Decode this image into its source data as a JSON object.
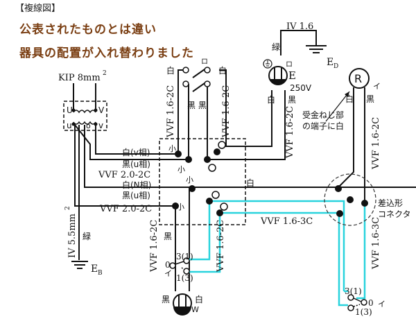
{
  "header": "【複線図】",
  "notes": [
    "公表されたものとは違い",
    "器具の配置が入れ替わりました"
  ],
  "colors": {
    "note": "#7a3e12",
    "wire": "#111111",
    "traveler": "#29d3dd"
  },
  "labels": {
    "source_cable": "KIP 8mm",
    "source_sup": "2",
    "trans_U": "U",
    "trans_V": "V",
    "trans_u": "u",
    "trans_o": "o",
    "trans_v": "v",
    "ground_b_cable": "IV 5.5mm",
    "ground_b_sup": "2",
    "ground_b_color": "緑",
    "ground_b_name": "E",
    "ground_b_sub": "B",
    "ground_d_cable": "IV 1.6",
    "ground_d_color": "緑",
    "ground_d_name": "E",
    "ground_d_sub": "D",
    "wire_white_v": "白(v相)",
    "wire_black_u1": "黒(u相)",
    "cable_2c_1": "VVF 2.0-2C",
    "wire_white_n": "白(N相)",
    "wire_black_u2": "黒(u相)",
    "cable_2c_2": "VVF 2.0-2C",
    "switch_ro": "ロ",
    "white": "白",
    "black": "黒",
    "blackblack": "黒 黒",
    "cable_16_2c": "VVF 1.6-2C",
    "cable_16_3c": "VVF 1.6-3C",
    "outlet_ro": "ロ",
    "outlet_e": "E",
    "outlet_voltage": "250V",
    "receptacle": "R",
    "receptacle_i": "イ",
    "socket_note_1": "受金ねじ部",
    "socket_note_2": "の端子に白",
    "connector_1": "差込形",
    "connector_2": "コネクタ",
    "small": "小",
    "sw3_a": "3(1)",
    "sw3_zero": "0",
    "sw3_i": "イ",
    "sw3_b": "1(3)",
    "lamp_w": "W"
  }
}
